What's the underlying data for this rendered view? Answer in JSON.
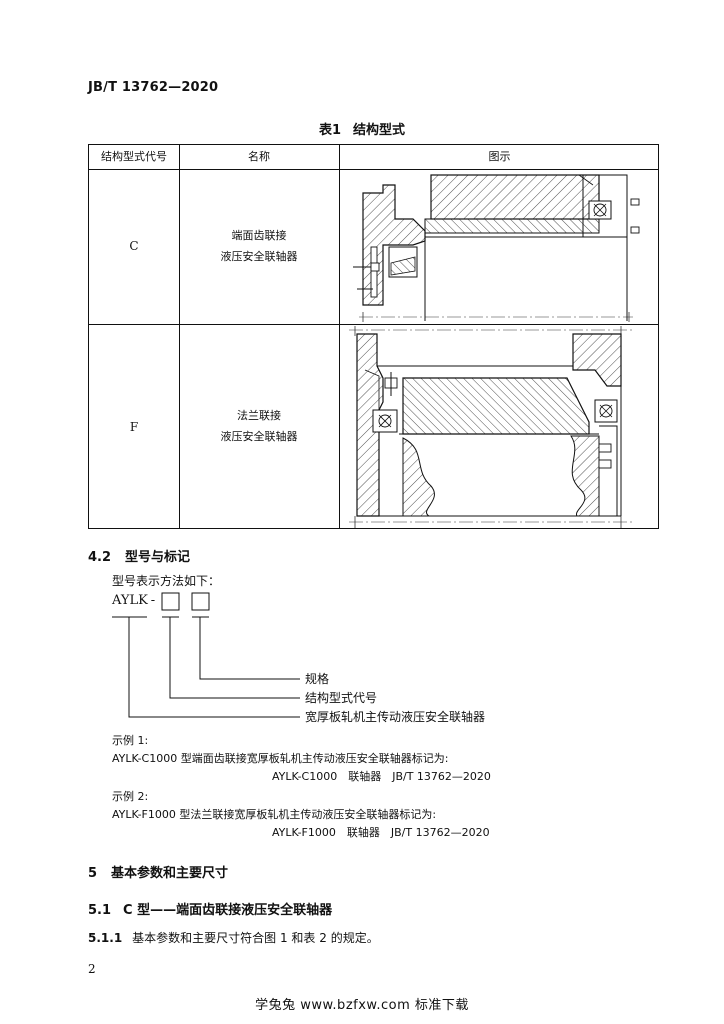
{
  "header": {
    "doc_code": "JB/T 13762—2020"
  },
  "table": {
    "caption_number": "表1",
    "caption_title": "结构型式",
    "headers": {
      "code": "结构型式代号",
      "name": "名称",
      "figure": "图示"
    },
    "rows": [
      {
        "code": "C",
        "name_line1": "端面齿联接",
        "name_line2": "液压安全联轴器",
        "figure_icon": "end-face-tooth-coupling-cross-section"
      },
      {
        "code": "F",
        "name_line1": "法兰联接",
        "name_line2": "液压安全联轴器",
        "figure_icon": "flange-coupling-cross-section"
      }
    ]
  },
  "section_4_2": {
    "number": "4.2",
    "title": "型号与标记",
    "intro": "型号表示方法如下：",
    "model_prefix": "AYLK",
    "model_dash": "-",
    "labels": {
      "spec": "规格",
      "structure_code": "结构型式代号",
      "product_name": "宽厚板轧机主传动液压安全联轴器"
    },
    "example1_label": "示例 1:",
    "example1_text": "AYLK-C1000 型端面齿联接宽厚板轧机主传动液压安全联轴器标记为:",
    "example1_mark": "AYLK-C1000　联轴器　JB/T 13762—2020",
    "example2_label": "示例 2:",
    "example2_text": "AYLK-F1000 型法兰联接宽厚板轧机主传动液压安全联轴器标记为:",
    "example2_mark": "AYLK-F1000　联轴器　JB/T 13762—2020"
  },
  "section_5": {
    "number": "5",
    "title": "基本参数和主要尺寸"
  },
  "section_5_1": {
    "number": "5.1",
    "title": "C 型——端面齿联接液压安全联轴器"
  },
  "section_5_1_1": {
    "number": "5.1.1",
    "text": "基本参数和主要尺寸符合图 1 和表 2 的规定。"
  },
  "page_number": "2",
  "footer": {
    "text": "学兔兔 www.bzfxw.com 标准下载"
  }
}
